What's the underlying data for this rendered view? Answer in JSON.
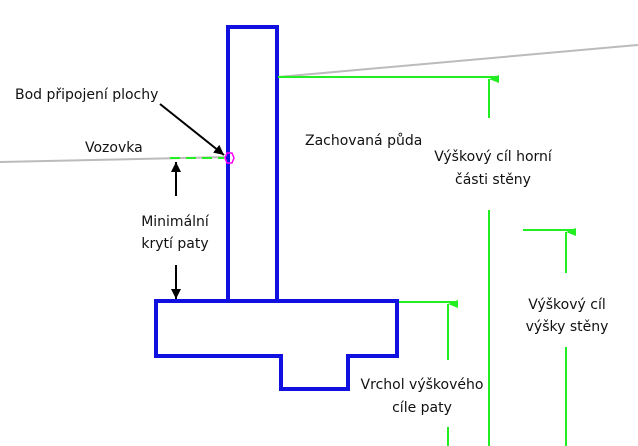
{
  "labels": {
    "attach_point": "Bod připojení plochy",
    "road": "Vozovka",
    "min_cover_1": "Minimální",
    "min_cover_2": "krytí paty",
    "preserved_soil": "Zachovaná půda",
    "wall_top_target_1": "Výškový cíl horní",
    "wall_top_target_2": "části stěny",
    "wall_height_target_1": "Výškový cíl",
    "wall_height_target_2": "výšky stěny",
    "footing_top_target_1": "Vrchol výškového",
    "footing_top_target_2": "cíle paty"
  },
  "colors": {
    "structure": "#1010e0",
    "target": "#22ee22",
    "ground": "#bbbbbb",
    "attach": "#ff00ff"
  }
}
